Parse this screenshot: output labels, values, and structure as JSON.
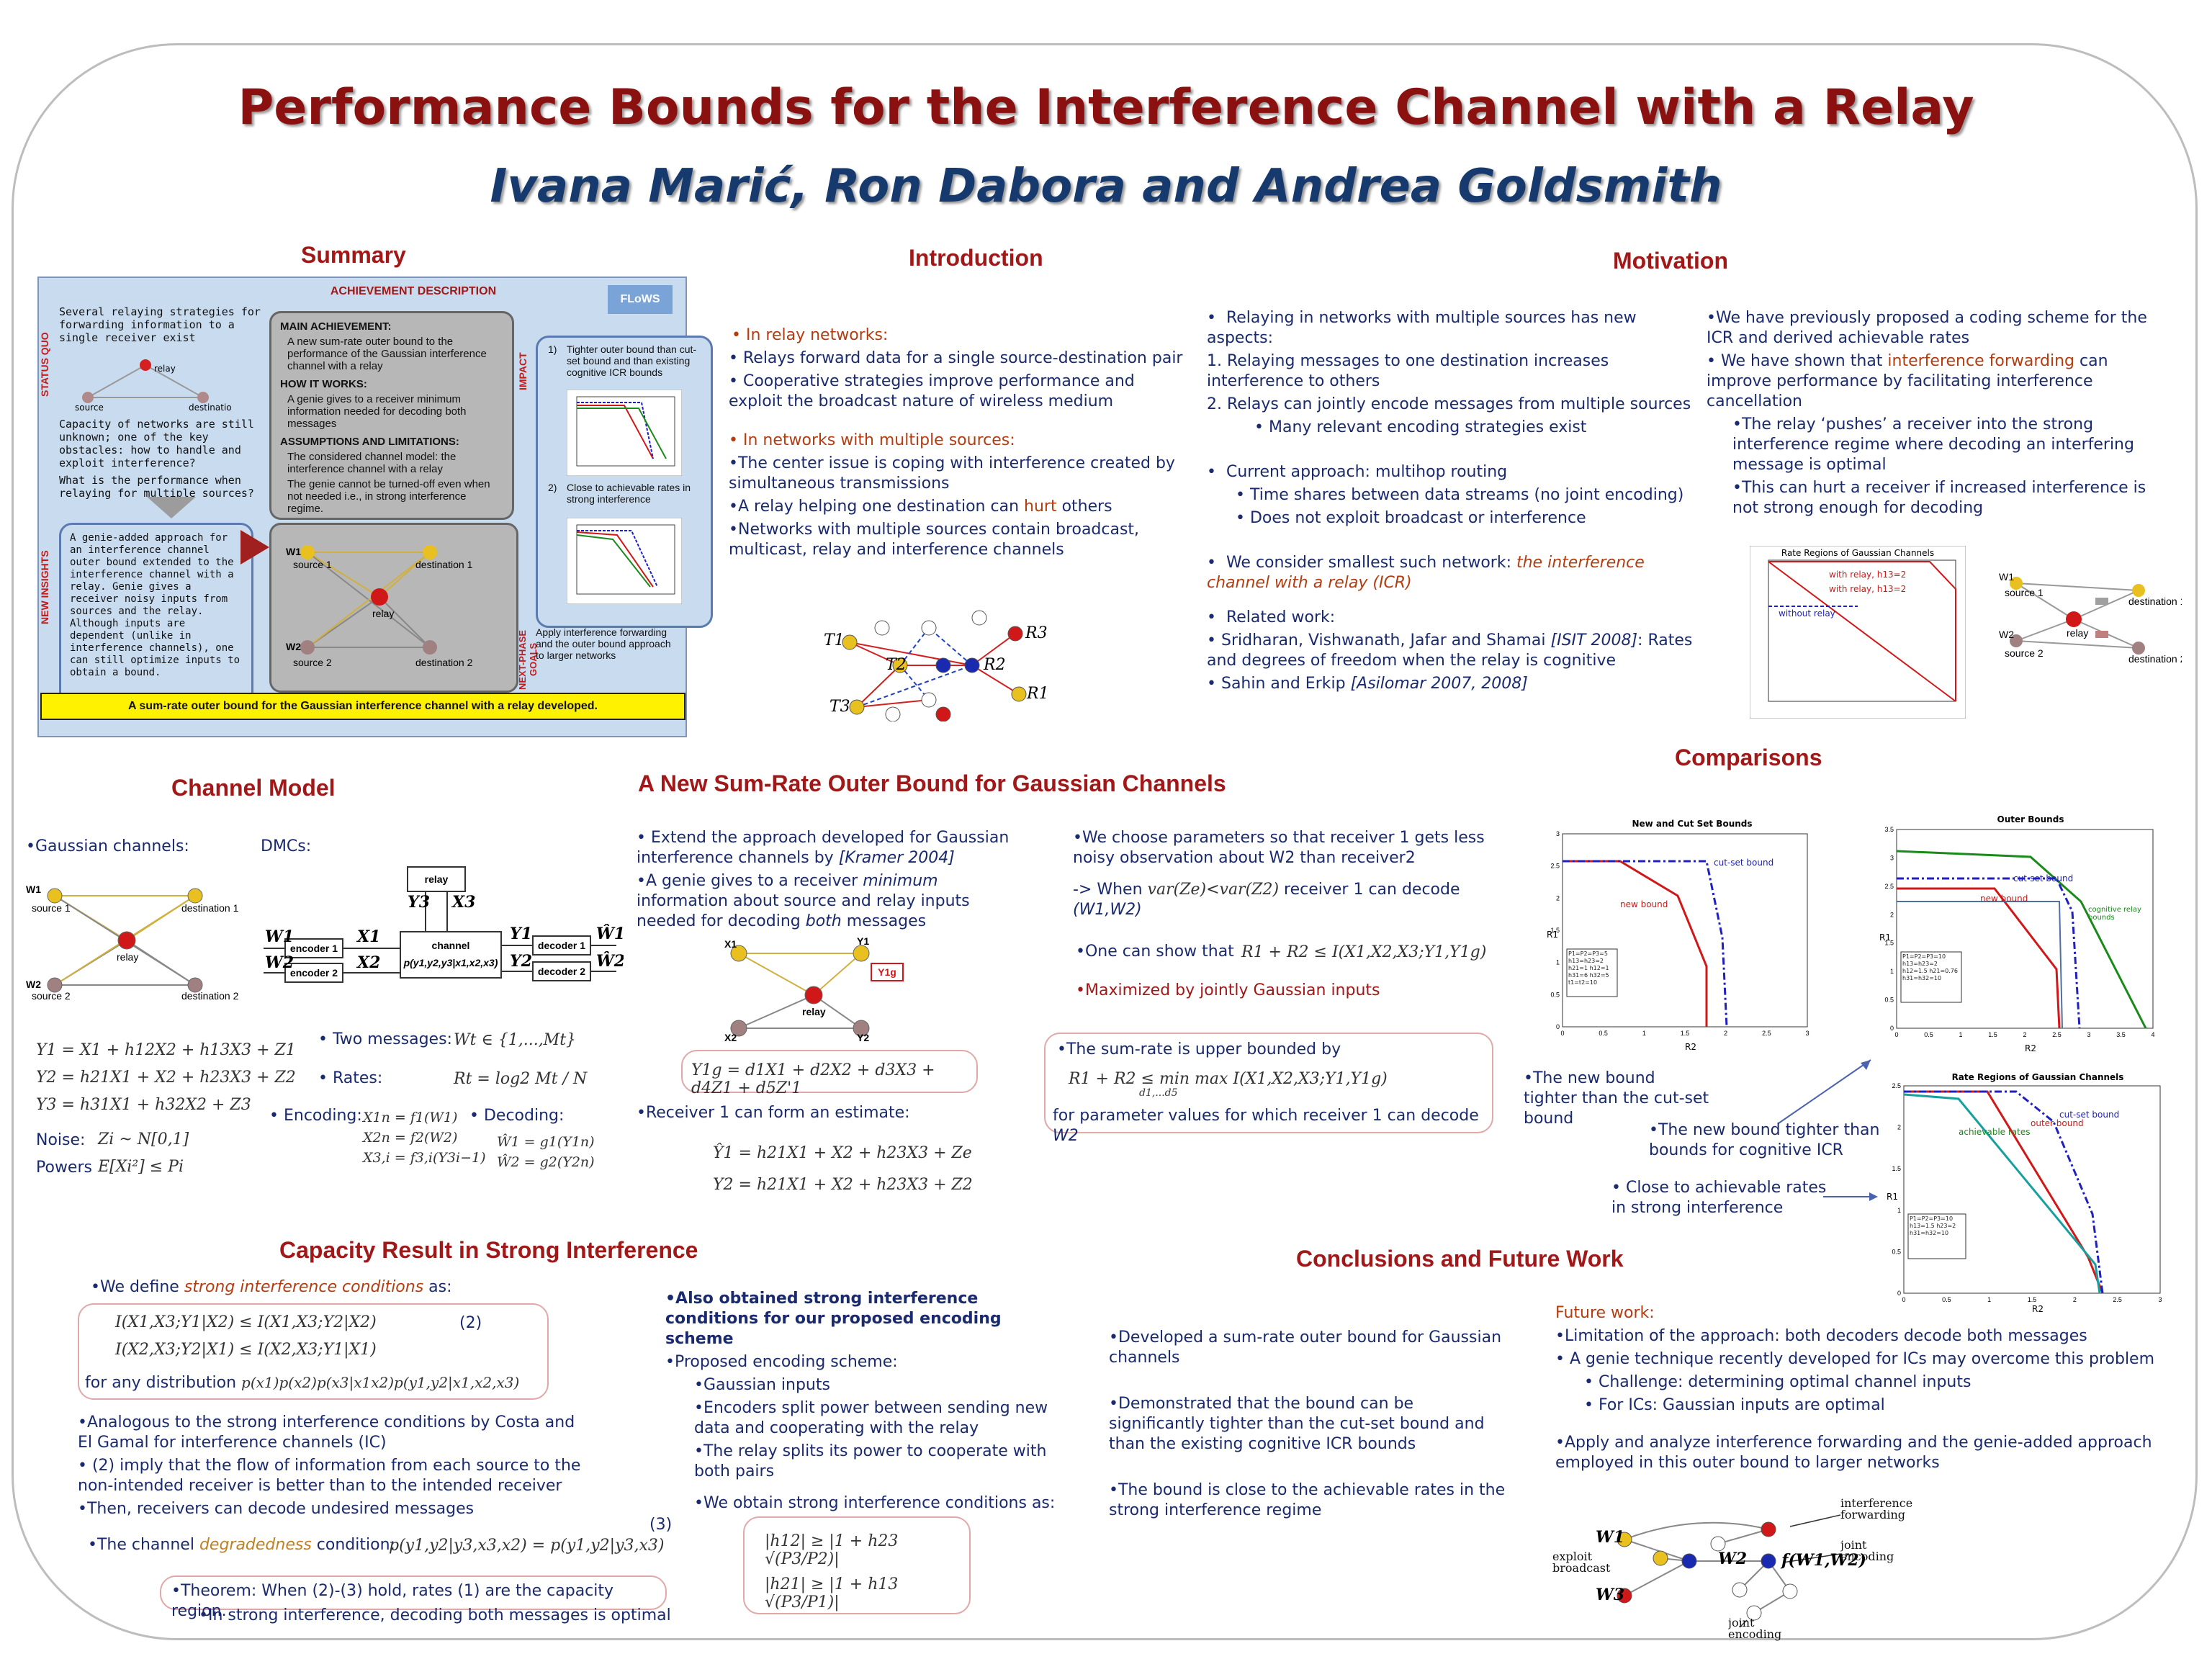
{
  "title": "Performance Bounds for the Interference Channel with a Relay",
  "authors": "Ivana Marić, Ron Dabora and Andrea Goldsmith",
  "headings": {
    "summary": "Summary",
    "introduction": "Introduction",
    "motivation": "Motivation",
    "channel_model": "Channel Model",
    "new_bound": "A New Sum-Rate Outer Bound for Gaussian Channels",
    "comparisons": "Comparisons",
    "capacity": "Capacity Result in Strong Interference",
    "conclusions": "Conclusions and Future Work"
  },
  "summary": {
    "header": "ACHIEVEMENT DESCRIPTION",
    "logo": "FLoWS",
    "status_quo_label": "STATUS QUO",
    "new_insights_label": "NEW INSIGHTS",
    "impact_label": "IMPACT",
    "next_phase_label": "NEXT-PHASE GOALS",
    "status_quo_1": "Several relaying strategies for forwarding information to a single receiver exist",
    "status_quo_2": "Capacity of networks are still unknown; one of the key obstacles: how to handle and exploit interference?",
    "status_quo_3": "What is the performance when relaying for multiple sources?",
    "main_achievement_head": "MAIN ACHIEVEMENT:",
    "main_achievement": "A new sum-rate outer bound to the performance of the Gaussian interference channel with a relay",
    "how_head": "HOW IT WORKS:",
    "how": "A genie gives to a receiver minimum information needed for decoding both messages",
    "assumptions_head": "ASSUMPTIONS AND LIMITATIONS:",
    "assumption_1": "The considered channel model: the interference channel with a relay",
    "assumption_2": "The genie cannot be turned-off even when not needed i.e., in strong interference regime.",
    "insight": "A genie-added approach for an interference channel outer bound extended to the interference channel with a relay. Genie gives a receiver noisy inputs from sources and the relay. Although inputs are dependent (unlike in interference channels), one can still optimize inputs to obtain a bound.",
    "impact_1": "Tighter outer bound than cut-set bound and than existing cognitive ICR bounds",
    "impact_2": "Close to achievable rates in strong interference",
    "next_phase": "Apply interference forwarding and the outer bound approach to larger networks",
    "footer": "A sum-rate outer bound for the Gaussian interference channel with a relay developed.",
    "relay_label": "relay",
    "source_label": "source",
    "destination_label": "destination",
    "source1": "source 1",
    "source2": "source 2",
    "destination1": "destination 1",
    "destination2": "destination 2",
    "w1": "W1",
    "w2": "W2",
    "num1": "1)",
    "num2": "2)"
  },
  "introduction": {
    "h1": "In relay networks:",
    "b1": "Relays forward data for a single source-destination pair",
    "b2": "Cooperative strategies improve performance and exploit the broadcast nature of wireless medium",
    "h2": "In networks with multiple sources:",
    "b3": "The center issue is coping with interference created by simultaneous transmissions",
    "b4a": "A relay helping one destination can ",
    "b4b": "hurt",
    "b4c": " others",
    "b5": "Networks with multiple sources contain broadcast, multicast, relay and interference channels",
    "node_labels": [
      "T1",
      "T2",
      "T3",
      "R1",
      "R2",
      "R3"
    ]
  },
  "motivation": {
    "a1": "Relaying in networks with multiple sources has new aspects:",
    "a2": "1.  Relaying messages to one destination increases interference to others",
    "a3": "2.  Relays can jointly encode messages from multiple sources",
    "a4": "Many relevant encoding strategies exist",
    "a5": "Current approach: multihop routing",
    "a6": "Time shares between data streams (no joint encoding)",
    "a7": "Does not exploit broadcast or interference",
    "a8a": "We consider smallest such network: ",
    "a8b": "the interference channel with a relay (ICR)",
    "a9": "Related work:",
    "a10a": "Sridharan, Vishwanath, Jafar and Shamai ",
    "a10b": "[ISIT 2008]",
    "a10c": ": Rates and degrees of freedom when the relay is cognitive",
    "a11a": "Sahin and Erkip ",
    "a11b": "[Asilomar 2007, 2008]",
    "b1": "We have previously proposed a coding scheme for the ICR and derived achievable rates",
    "b2a": "We have shown that ",
    "b2b": "interference forwarding",
    "b2c": " can improve performance by facilitating interference cancellation",
    "b3": "The relay ‘pushes’ a receiver into the strong interference regime where decoding an interfering message is optimal",
    "b4": "This can hurt a receiver if increased interference is not strong enough for decoding",
    "plot_title": "Rate Regions of Gaussian Channels",
    "plot_leg1": "with relay, h13=2",
    "plot_leg2": "with relay, h13=2",
    "plot_leg3": "without relay"
  },
  "channel_model": {
    "gauss": "•Gaussian channels:",
    "dmcs": "DMCs:",
    "eq1": "Y1 = X1 + h12X2 + h13X3 + Z1",
    "eq2": "Y2 = h21X1 + X2 + h23X3 + Z2",
    "eq3": "Y3 = h31X1 + h32X2 + Z3",
    "noise_label": "Noise:",
    "noise_eq": "Zi ~ N[0,1]",
    "powers_label": "Powers",
    "powers_eq": "E[Xi²] ≤ Pi",
    "two_msgs": "• Two messages:",
    "two_msgs_eq": "Wt ∈ {1,...,Mt}",
    "rates": "• Rates:",
    "rates_eq": "Rt = log2 Mt / N",
    "encoding": "• Encoding:",
    "enc_eq1": "X1n = f1(W1)",
    "enc_eq2": "X2n = f2(W2)",
    "enc_eq3": "X3,i = f3,i(Y3i−1)",
    "decoding": "• Decoding:",
    "dec_eq1": "Ŵ1 = g1(Y1n)",
    "dec_eq2": "Ŵ2 = g2(Y2n)",
    "block_relay": "relay",
    "block_channel": "channel",
    "block_channel2": "p(y1,y2,y3|x1,x2,x3)",
    "block_enc1": "encoder 1",
    "block_enc2": "encoder 2",
    "block_dec1": "decoder 1",
    "block_dec2": "decoder 2",
    "sig_w1": "W1",
    "sig_w2": "W2",
    "sig_x1": "X1",
    "sig_x2": "X2",
    "sig_y1": "Y1",
    "sig_y2": "Y2",
    "sig_y3": "Y3",
    "sig_x3": "X3",
    "sig_w1hat": "Ŵ1",
    "sig_w2hat": "Ŵ2"
  },
  "new_bound": {
    "c1a": "Extend the approach developed for Gaussian interference channels by ",
    "c1b": "[Kramer 2004]",
    "c2a": "A genie gives to a receiver ",
    "c2b": "minimum",
    "c2c": " information about source and relay inputs needed for decoding ",
    "c2d": "both",
    "c2e": " messages",
    "eq_y1g": "Y1g = d1X1 + d2X2 + d3X3 + d4Z1 + d5Z'1",
    "c3": "•Receiver 1 can form an estimate:",
    "eq_est1": "Ŷ1 = h21X1 + X2 + h23X3 + Ze",
    "eq_est2": "Y2 = h21X1 + X2 + h23X3 + Z2",
    "d1": "We choose parameters so that receiver 1 gets less noisy observation about W2 than receiver2",
    "d2a": "-> When ",
    "d2b": "var(Ze)<var(Z2)",
    "d2c": " receiver 1 can decode ",
    "d2d": "(W1,W2)",
    "d3": "•One can show that",
    "d3_eq": "R1 + R2 ≤ I(X1,X2,X3;Y1,Y1g)",
    "d4": "•Maximized by jointly Gaussian inputs",
    "d5": "•The sum-rate is upper bounded by",
    "d5_eq": "R1 + R2 ≤ min max I(X1,X2,X3;Y1,Y1g)",
    "d5_sub": "d1,...d5",
    "d6a": "for parameter values for which receiver 1 can decode ",
    "d6b": "W2",
    "fig_x1": "X1",
    "fig_x2": "X2",
    "fig_y1": "Y1",
    "fig_y2": "Y2",
    "fig_y1g": "Y1g",
    "fig_relay": "relay"
  },
  "comparisons": {
    "p1_title": "New and Cut Set Bounds",
    "p1_leg1": "cut-set bound",
    "p1_leg2": "new bound",
    "p1_params": "P1=P2=P3=5  h13=h23=2  h21=1  h12=1  h31=6  h32=5  t1=t2=10",
    "p2_title": "Outer Bounds",
    "p2_leg1": "cut-set bound",
    "p2_leg2": "new bound",
    "p2_leg3": "cognitive relay bounds",
    "p2_params": "P1=P2=P3=10  h13=h23=2  h12=1.5  h21=0.76  h31=h32=10",
    "p3_title": "Rate Regions of Gaussian Channels",
    "p3_leg1": "outer bound",
    "p3_leg2": "cut-set bound",
    "p3_leg3": "achievable rates",
    "p3_params": "P1=P2=P3=10  h13=1.5  h23=2  h31=h32=10",
    "xlabel": "R2",
    "ylabel": "R1",
    "note1": "•The new bound tighter than the cut-set bound",
    "note2": "•The new bound tighter than bounds for cognitive ICR",
    "note3": "• Close to achievable rates in strong interference",
    "p1_x": [
      0,
      0.5,
      1,
      1.5,
      2,
      2.5,
      3
    ],
    "p1_y": [
      0,
      0.5,
      1,
      1.5,
      2,
      2.5,
      3
    ],
    "p2_x": [
      0,
      0.5,
      1,
      1.5,
      2,
      2.5,
      3,
      3.5,
      4
    ],
    "p2_y": [
      0,
      0.5,
      1,
      1.5,
      2,
      2.5,
      3,
      3.5
    ],
    "p3_x": [
      0,
      0.5,
      1,
      1.5,
      2,
      2.5,
      3
    ],
    "p3_y": [
      0,
      0.5,
      1,
      1.5,
      2,
      2.5
    ]
  },
  "capacity": {
    "a1a": "•We define ",
    "a1b": "strong interference conditions",
    "a1c": " as:",
    "eq1": "I(X1,X3;Y1|X2) ≤ I(X1,X3;Y2|X2)",
    "eq2": "I(X2,X3;Y2|X1) ≤ I(X2,X3;Y1|X1)",
    "eq_num2": "(2)",
    "eq_dist_a": "for any distribution ",
    "eq_dist_b": "p(x1)p(x2)p(x3|x1x2)p(y1,y2|x1,x2,x3)",
    "a2": "•Analogous to the strong interference conditions by Costa and El Gamal for interference channels (IC)",
    "a3": "• (2) imply that the flow of information from each source to the non-intended receiver is better than to the intended receiver",
    "a4": "•Then, receivers can decode undesired messages",
    "a5a": "•The channel ",
    "a5b": "degradedness",
    "a5c": " condition:",
    "a5_eq": "p(y1,y2|y3,x3,x2) = p(y1,y2|y3,x3)",
    "eq_num3": "(3)",
    "t1": "•Theorem: When (2)-(3) hold, rates (1) are the capacity region.",
    "t2": "•In strong interference, decoding both messages is optimal",
    "b1": "•Also obtained strong interference conditions for our proposed encoding scheme",
    "b2": "•Proposed encoding scheme:",
    "b3": "•Gaussian inputs",
    "b4": "•Encoders split power between sending new data and cooperating with the relay",
    "b5": "•The relay splits its power to cooperate with both pairs",
    "b6": "•We obtain strong interference conditions as:",
    "b_eq1": "|h12| ≥ |1 + h23 √(P3/P2)|",
    "b_eq2": "|h21| ≥ |1 + h13 √(P3/P1)|"
  },
  "conclusions": {
    "c1": "•Developed a sum-rate outer bound for Gaussian channels",
    "c2": "•Demonstrated that the bound can be significantly tighter than the cut-set bound and than the existing cognitive ICR bounds",
    "c3": "•The bound is close to the achievable rates in the strong interference regime",
    "f_head": "Future work:",
    "f1": "•Limitation of the approach: both decoders decode both messages",
    "f2": "• A genie technique recently developed for ICs may overcome this problem",
    "f3": "• Challenge: determining optimal channel inputs",
    "f4": "• For ICs: Gaussian inputs are optimal",
    "f5": "•Apply and analyze interference forwarding and the genie-added approach employed in this outer bound to larger networks",
    "d_if": "interference forwarding",
    "d_je1": "joint encoding",
    "d_eb": "exploit broadcast",
    "d_je2": "joint encoding",
    "d_w1": "W1",
    "d_w2": "W2",
    "d_w3": "W3",
    "d_f": "f(W1,W2)"
  },
  "colors": {
    "title": "#8b1111",
    "authors": "#163a6e",
    "heading": "#a01818",
    "body": "#1a2a6e",
    "accent": "#b33c10"
  }
}
